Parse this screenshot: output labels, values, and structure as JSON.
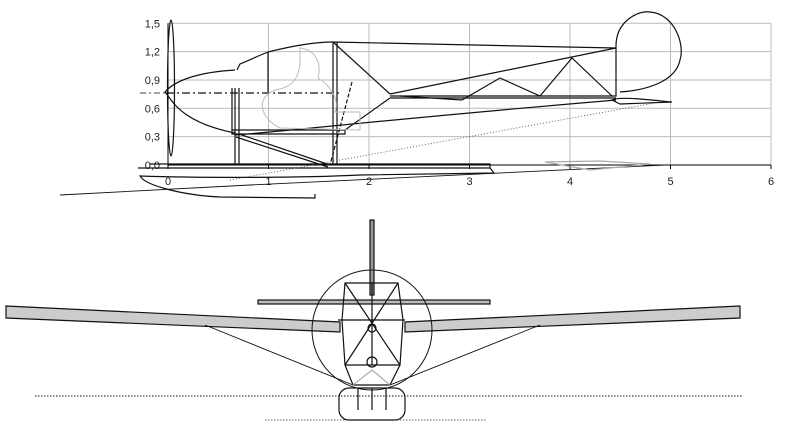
{
  "side_view": {
    "x_axis": {
      "ticks": [
        "0",
        "1",
        "2",
        "3",
        "4",
        "5",
        "6"
      ],
      "range": [
        0,
        6
      ]
    },
    "y_axis": {
      "ticks": [
        "0,0",
        "0,3",
        "0,6",
        "0,9",
        "1,2",
        "1,5"
      ],
      "range": [
        0,
        1.5
      ]
    },
    "grid": true
  },
  "front_view": {}
}
